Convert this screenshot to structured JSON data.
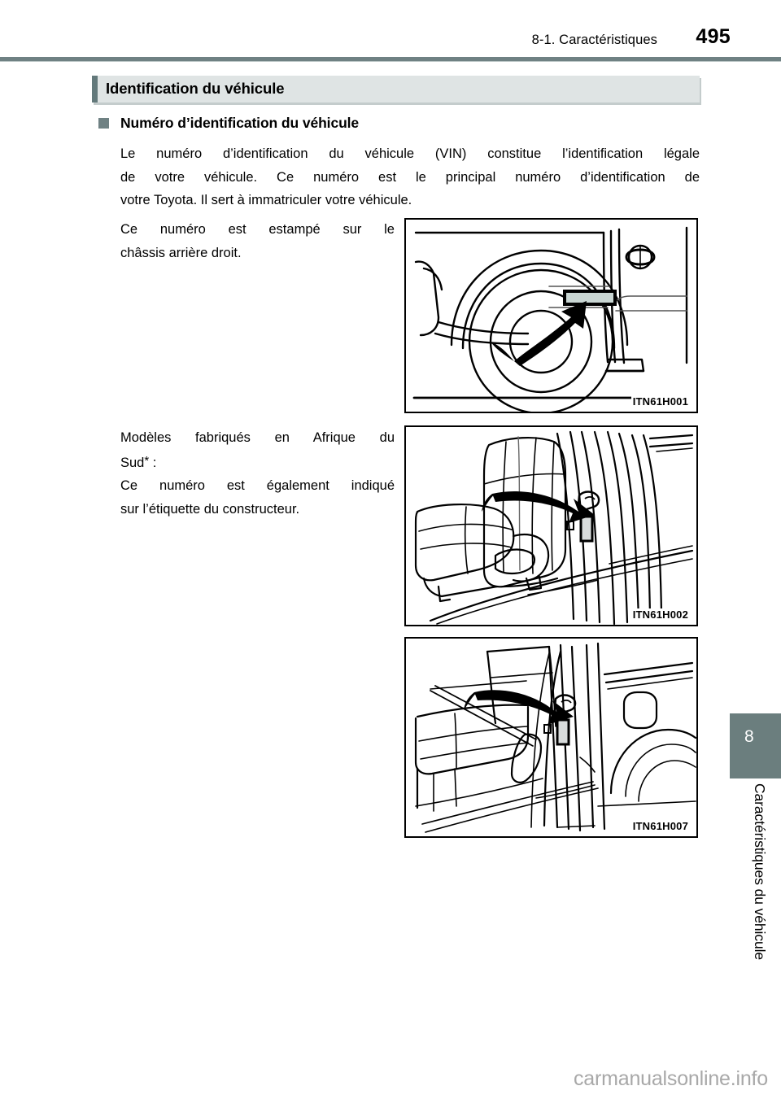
{
  "header": {
    "section_label": "8-1. Caractéristiques",
    "page_number": "495"
  },
  "section": {
    "title": "Identification du véhicule"
  },
  "subheading": {
    "bullet_icon": "square-bullet-icon",
    "text": "Numéro d’identification du véhicule"
  },
  "paragraphs": {
    "intro_line1": "Le numéro d’identification du véhicule (VIN) constitue l’identification légale",
    "intro_line2": "de votre véhicule. Ce numéro est le principal numéro d’identification de",
    "intro_line3": "votre Toyota. Il sert à immatriculer votre véhicule.",
    "stamp_line1": "Ce numéro est estampé sur le",
    "stamp_line2": "châssis arrière droit.",
    "sa_line1": "Modèles fabriqués en Afrique du",
    "sa_line2_text": "Sud",
    "sa_line2_mark": "*",
    "sa_line2_colon": " :",
    "sa_line3": "Ce numéro est également indiqué",
    "sa_line4": "sur l’étiquette du constructeur."
  },
  "illustrations": [
    {
      "id": "ITN61H001",
      "name": "vehicle-rear-wheel-vin-plate-illustration",
      "description": "Vue extérieure du châssis arrière droit avec flèche vers la plaque VIN"
    },
    {
      "id": "ITN61H002",
      "name": "front-seat-door-pillar-label-illustration",
      "description": "Siège avant et montant de portière avec flèche vers l’étiquette du constructeur"
    },
    {
      "id": "ITN61H007",
      "name": "rear-seat-door-pillar-label-illustration",
      "description": "Siège arrière et montant de portière avec flèche vers l’étiquette du constructeur"
    }
  ],
  "side_tab": {
    "number": "8",
    "label": "Caractéristiques du véhicule"
  },
  "watermark": {
    "text": "carmanualsonline.info"
  },
  "colors": {
    "accent_teal": "#6f8183",
    "title_bar_bg": "#dfe4e4",
    "title_accent": "#63797b",
    "side_tab_bg": "#6b7e7e",
    "watermark_gray": "#a8a8a8"
  }
}
